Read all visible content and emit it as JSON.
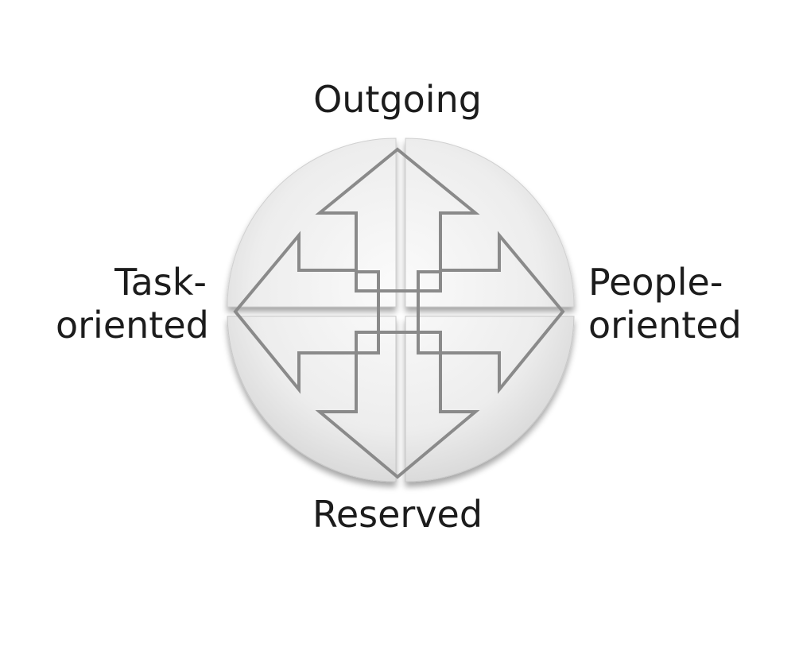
{
  "labels": {
    "top": "Outgoing",
    "bottom": "Reserved",
    "left_line1": "Task-",
    "left_line2": "oriented",
    "right_line1": "People-",
    "right_line2": "oriented"
  },
  "colors": {
    "background": "#ffffff",
    "quadrant_fill_light": "#f7f7f7",
    "quadrant_fill_dark": "#dedede",
    "arrow_stroke": "#8a8a8a",
    "text": "#1c1c1c"
  }
}
